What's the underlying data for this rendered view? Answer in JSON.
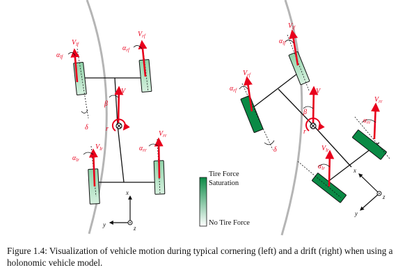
{
  "legend": {
    "top_line1": "Tire Force",
    "top_line2": "Saturation",
    "bottom": "No Tire Force"
  },
  "left_panel": {
    "labels": {
      "v_lf": "V",
      "v_lf_sub": "lf",
      "v_rf": "V",
      "v_rf_sub": "rf",
      "alpha_lf": "α",
      "alpha_lf_sub": "lf",
      "alpha_rf": "α",
      "alpha_rf_sub": "rf",
      "v_center": "V",
      "beta": "β",
      "r": "r",
      "delta": "δ",
      "v_lr": "V",
      "v_lr_sub": "lr",
      "v_rr": "V",
      "v_rr_sub": "rr",
      "alpha_lr": "α",
      "alpha_lr_sub": "lr",
      "alpha_rr": "α",
      "alpha_rr_sub": "rr"
    },
    "axes": {
      "x": "x",
      "y": "y",
      "z": "z"
    }
  },
  "right_panel": {
    "labels": {
      "v_lf": "V",
      "v_lf_sub": "lf",
      "v_rf": "V",
      "v_rf_sub": "rf",
      "alpha_lf": "α",
      "alpha_lf_sub": "lf",
      "alpha_rf": "α",
      "alpha_rf_sub": "rf",
      "v_center": "V",
      "beta": "β",
      "r": "r",
      "delta": "δ",
      "v_lr": "V",
      "v_lr_sub": "lr",
      "v_rr": "V",
      "v_rr_sub": "rr",
      "alpha_lr": "α",
      "alpha_lr_sub": "lr",
      "alpha_rr": "α",
      "alpha_rr_sub": "rr"
    },
    "axes": {
      "x": "x",
      "y": "y",
      "z": "z"
    }
  },
  "colors": {
    "vector_red": "#e8001c",
    "saturated_green": "#0a8a45",
    "light_green": "#bde8cd",
    "road_gray": "#b5b5b5"
  },
  "caption": "Figure 1.4: Visualization of vehicle motion during typical cornering (left) and a drift (right) when using a holonomic vehicle model."
}
